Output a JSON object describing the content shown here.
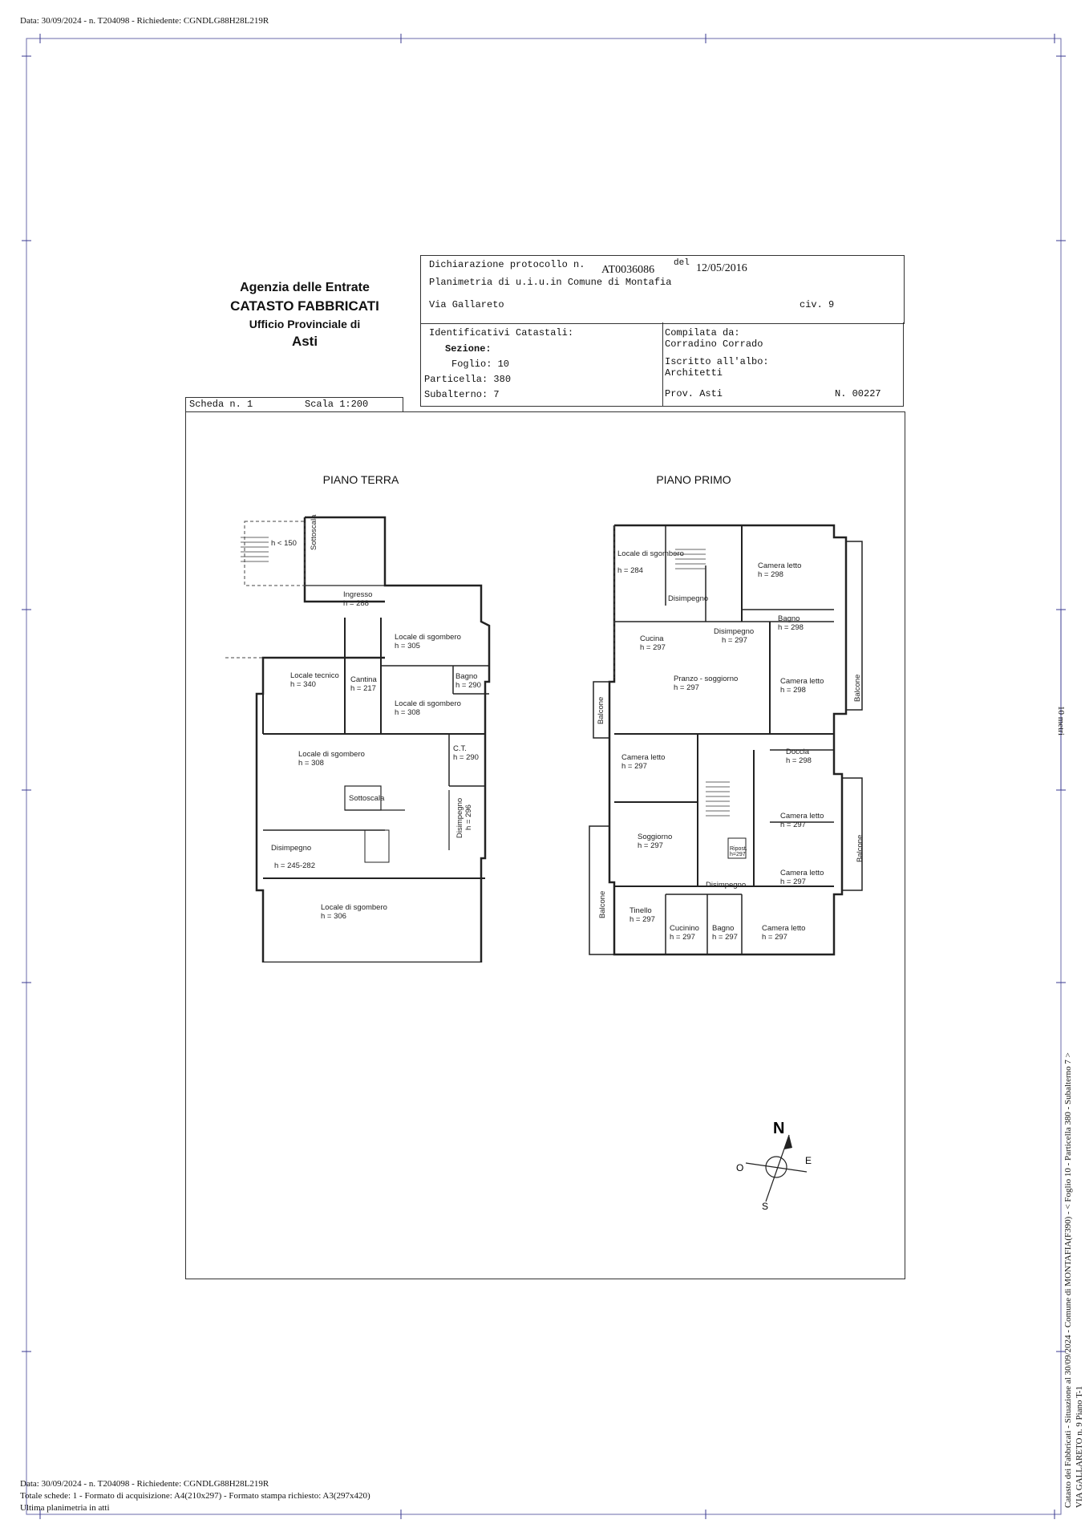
{
  "header_line": "Data: 30/09/2024 - n. T204098 - Richiedente: CGNDLG88H28L219R",
  "agency": {
    "line1": "Agenzia delle Entrate",
    "line2": "CATASTO FABBRICATI",
    "line3": "Ufficio Provinciale di",
    "line4": "Asti"
  },
  "declaration": {
    "protocol_label": "Dichiarazione protocollo n.",
    "protocol_number": "AT0036086",
    "date_label": "del",
    "date": "12/05/2016",
    "planimetria": "Planimetria di u.i.u.in Comune di Montafia",
    "address": "Via Gallareto",
    "civic": "civ. 9"
  },
  "identifiers": {
    "title": "Identificativi Catastali:",
    "sezione": "Sezione:",
    "foglio": "Foglio: 10",
    "particella": "Particella: 380",
    "subalterno": "Subalterno: 7"
  },
  "compiler": {
    "label": "Compilata da:",
    "name": "Corradino Corrado",
    "albo_label": "Iscritto all'albo:",
    "albo": "Architetti",
    "prov": "Prov. Asti",
    "number": "N. 00227"
  },
  "sheet": {
    "scheda": "Scheda n. 1",
    "scala": "Scala 1:200"
  },
  "floors": {
    "ground_title": "PIANO TERRA",
    "first_title": "PIANO PRIMO"
  },
  "ground_rooms": [
    {
      "name": "h < 150",
      "h": ""
    },
    {
      "name": "Sottoscala",
      "h": ""
    },
    {
      "name": "Ingresso",
      "h": "h = 288"
    },
    {
      "name": "Locale di sgombero",
      "h": "h = 305"
    },
    {
      "name": "Locale tecnico",
      "h": "h = 340"
    },
    {
      "name": "Cantina",
      "h": "h = 217"
    },
    {
      "name": "Bagno",
      "h": "h = 290"
    },
    {
      "name": "Locale di sgombero",
      "h": "h = 308"
    },
    {
      "name": "Locale di sgombero",
      "h": "h = 308"
    },
    {
      "name": "C.T.",
      "h": "h = 290"
    },
    {
      "name": "Sottoscala",
      "h": ""
    },
    {
      "name": "Disimpegno",
      "h": "h = 296"
    },
    {
      "name": "Disimpegno",
      "h": "h = 245-282"
    },
    {
      "name": "Locale di sgombero",
      "h": "h = 306"
    }
  ],
  "first_rooms": [
    {
      "name": "Locale di sgombero",
      "h": "h = 284"
    },
    {
      "name": "Camera letto",
      "h": "h = 298"
    },
    {
      "name": "Disimpegno",
      "h": ""
    },
    {
      "name": "Bagno",
      "h": "h = 298"
    },
    {
      "name": "Disimpegno",
      "h": "h = 297"
    },
    {
      "name": "Cucina",
      "h": "h = 297"
    },
    {
      "name": "Pranzo - soggiorno",
      "h": "h = 297"
    },
    {
      "name": "Camera letto",
      "h": "h = 298"
    },
    {
      "name": "Balcone",
      "h": ""
    },
    {
      "name": "Balcone",
      "h": ""
    },
    {
      "name": "Camera letto",
      "h": "h = 297"
    },
    {
      "name": "Doccia",
      "h": "h = 298"
    },
    {
      "name": "Camera letto",
      "h": "h = 297"
    },
    {
      "name": "Soggiorno",
      "h": "h = 297"
    },
    {
      "name": "Ripost.",
      "h": "h=297"
    },
    {
      "name": "Balcone",
      "h": ""
    },
    {
      "name": "Camera letto",
      "h": "h = 297"
    },
    {
      "name": "Disimpegno",
      "h": ""
    },
    {
      "name": "Balcone",
      "h": ""
    },
    {
      "name": "Tinello",
      "h": "h = 297"
    },
    {
      "name": "Cucinino",
      "h": "h = 297"
    },
    {
      "name": "Bagno",
      "h": "h = 297"
    },
    {
      "name": "Camera letto",
      "h": "h = 297"
    }
  ],
  "compass": {
    "n": "N",
    "s": "S",
    "e": "E",
    "o": "O"
  },
  "scale_bar": "10 metri",
  "side_text": {
    "line1": "Catasto dei Fabbricati - Situazione al 30/09/2024 - Comune di MONTAFIA(F390) - < Foglio 10 - Particella 380 - Subalterno 7 >",
    "line2": "VIA GALLARETO n. 9 Piano T-1"
  },
  "footer": {
    "line1": "Data: 30/09/2024 - n. T204098 - Richiedente: CGNDLG88H28L219R",
    "line2": "Totale schede: 1 - Formato di acquisizione: A4(210x297) - Formato stampa richiesto: A3(297x420)",
    "line3": "Ultima planimetria in atti"
  }
}
